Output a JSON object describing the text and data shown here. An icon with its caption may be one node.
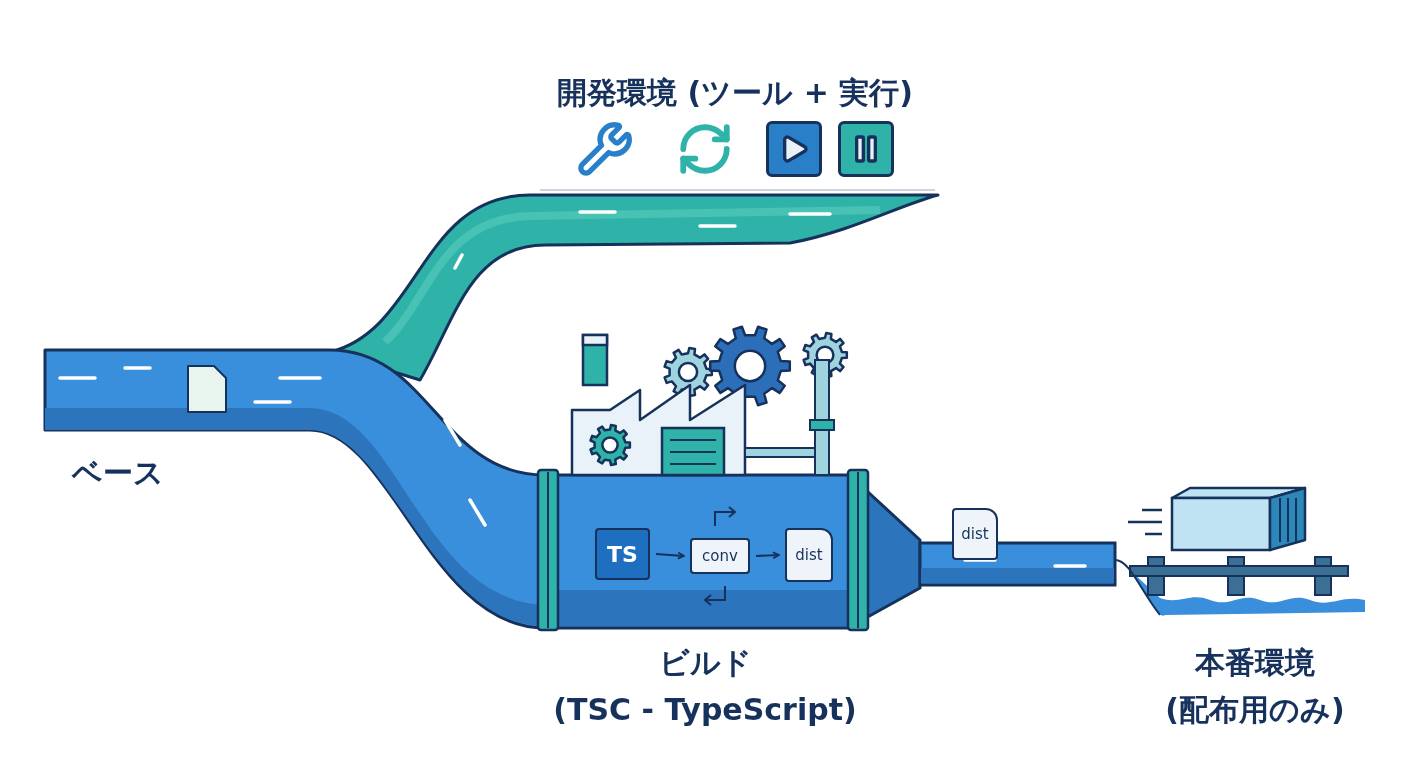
{
  "diagram": {
    "nodes": [
      {
        "text": [
          "ベース"
        ]
      },
      {
        "text": [
          "開発環境 (ツール + 実行)"
        ]
      },
      {
        "text": [
          "ビルド (TSC - TypeScript)"
        ]
      },
      {
        "text": [
          "TS"
        ],
        "in": 2
      },
      {
        "text": [
          "conv"
        ],
        "in": 2
      },
      {
        "text": [
          "dist"
        ],
        "in": 2
      },
      {
        "text": [
          "dist"
        ]
      },
      {
        "text": [
          "本番環境 (配布用のみ)"
        ]
      }
    ],
    "edges": [
      {
        "from": 3,
        "to": 4,
        "arrow": "to"
      },
      {
        "from": 4,
        "to": 5,
        "arrow": "to"
      }
    ]
  }
}
